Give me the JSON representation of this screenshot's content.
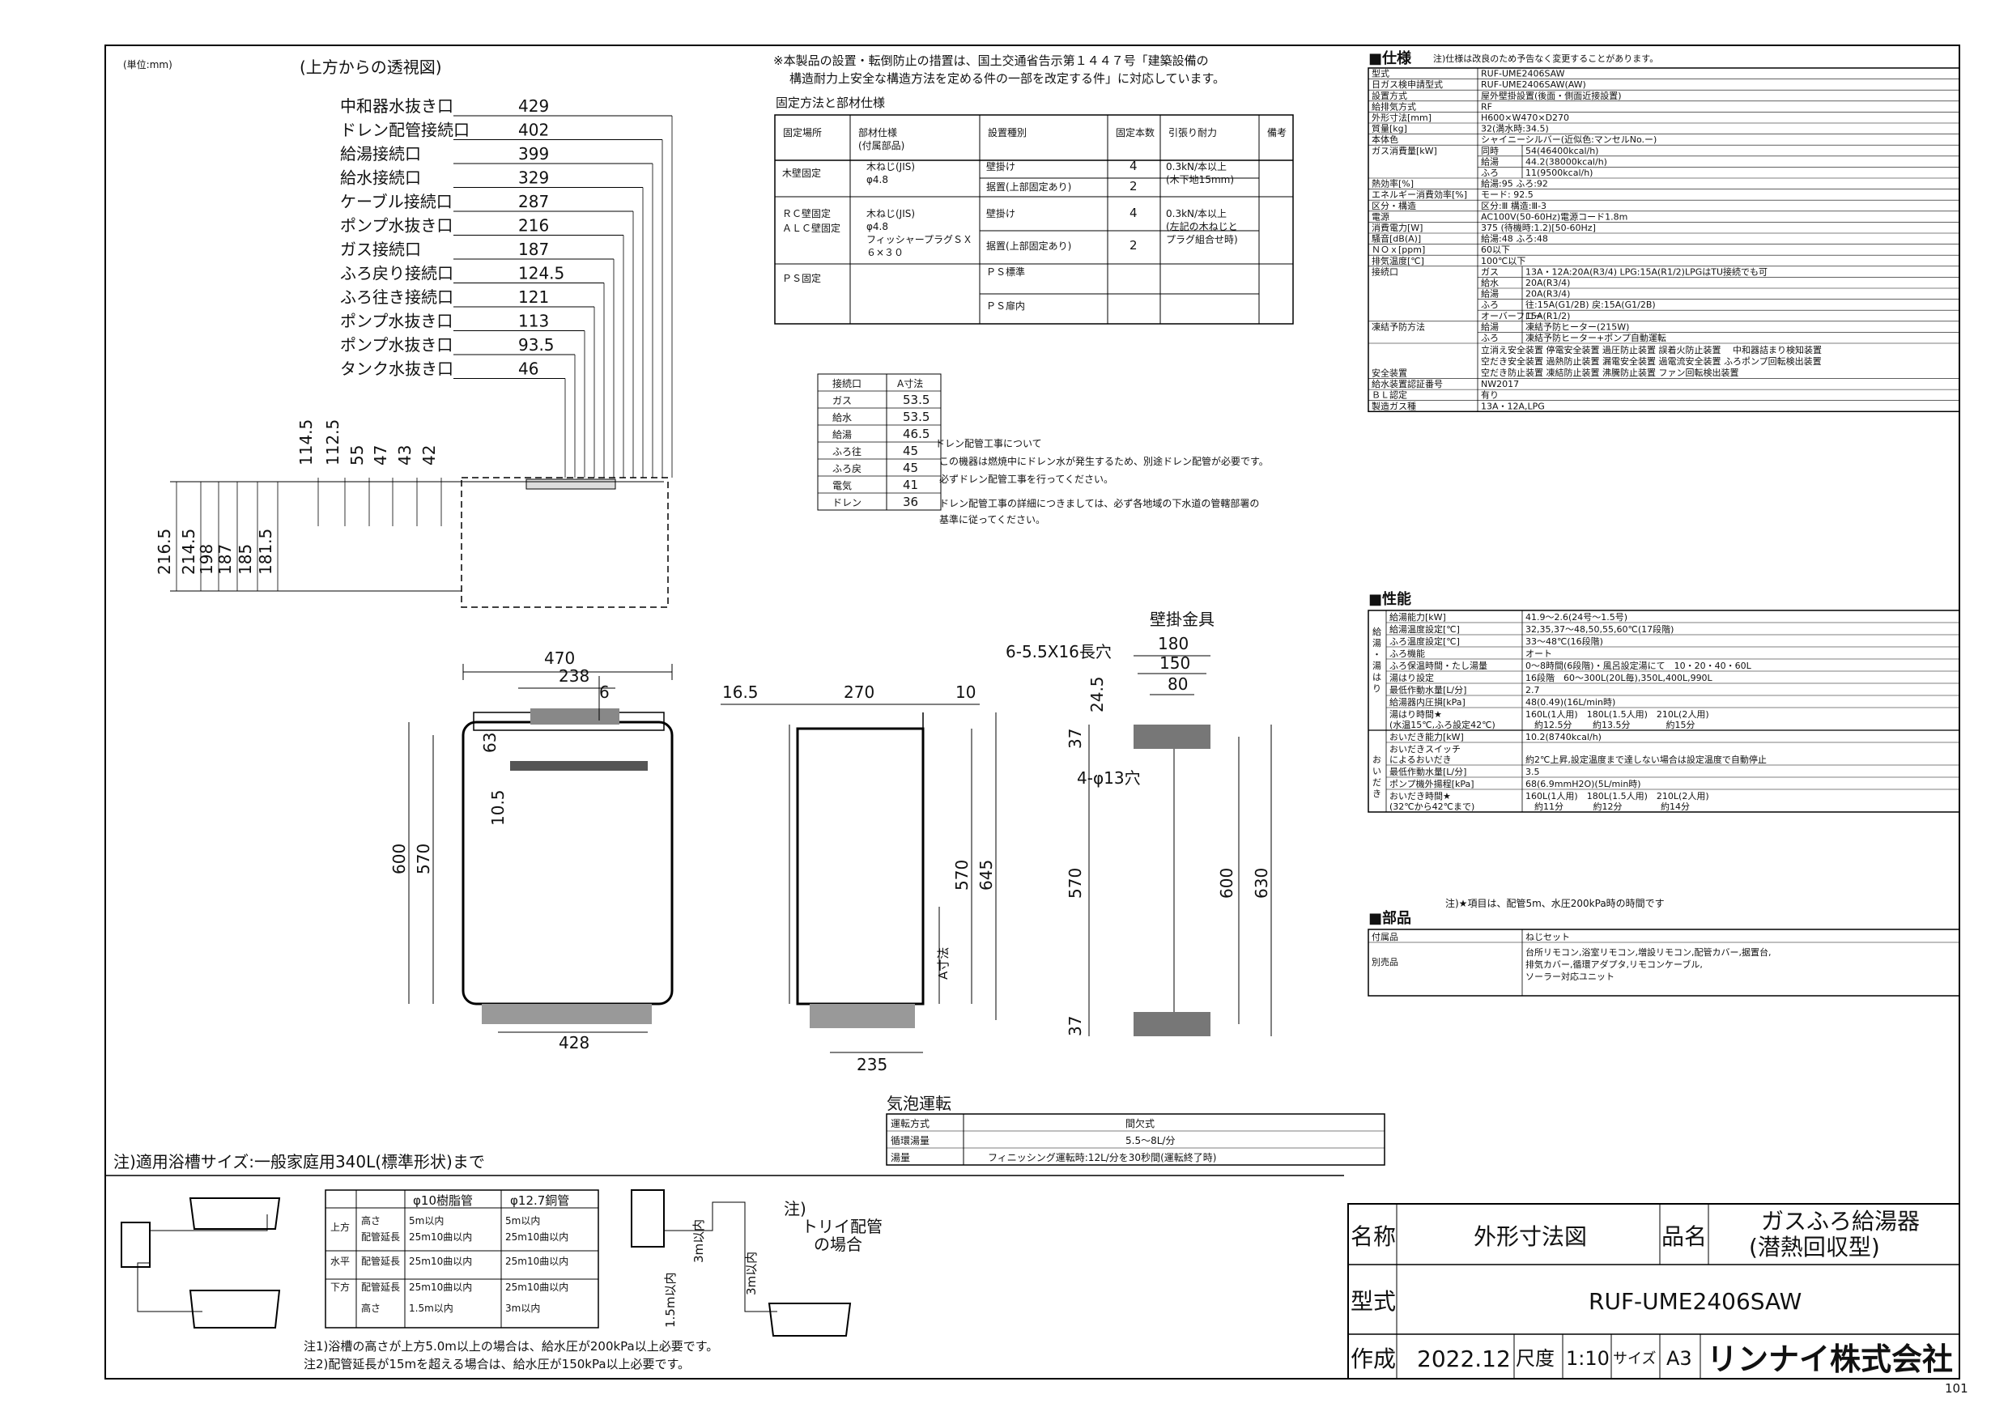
{
  "sheet": {
    "unit": "(単位:mm)",
    "top_view_caption": "(上方からの透視図)",
    "notice": [
      "※本製品の設置・転倒防止の措置は、国土交通省告示第１４４７号「建築設備の",
      "構造耐力上安全な構造方法を定める件の一部を改定する件」に対応しています。"
    ],
    "page_mark": "101"
  },
  "connections": [
    {
      "label": "中和器水抜き口",
      "value": "429"
    },
    {
      "label": "ドレン配管接続口",
      "value": "402"
    },
    {
      "label": "給湯接続口",
      "value": "399"
    },
    {
      "label": "給水接続口",
      "value": "329"
    },
    {
      "label": "ケーブル接続口",
      "value": "287"
    },
    {
      "label": "ポンプ水抜き口",
      "value": "216"
    },
    {
      "label": "ガス接続口",
      "value": "187"
    },
    {
      "label": "ふろ戻り接続口",
      "value": "124.5"
    },
    {
      "label": "ふろ往き接続口",
      "value": "121"
    },
    {
      "label": "ポンプ水抜き口",
      "value": "113"
    },
    {
      "label": "ポンプ水抜き口",
      "value": "93.5"
    },
    {
      "label": "タンク水抜き口",
      "value": "46"
    }
  ],
  "top_view_vertical_dims": [
    "114.5",
    "112.5",
    "55",
    "47",
    "43",
    "42"
  ],
  "top_view_depth_dims": [
    "216.5",
    "214.5",
    "198",
    "187",
    "185",
    "181.5"
  ],
  "fixing": {
    "title": "固定方法と部材仕様",
    "headers": [
      "固定場所",
      "部材仕様\n(付属部品)",
      "設置種別",
      "固定本数",
      "引張り耐力",
      "備考"
    ],
    "rows": [
      {
        "place": "木壁固定",
        "material": "木ねじ(JIS)\nφ4.8",
        "types": [
          "壁掛け",
          "据置(上部固定あり)"
        ],
        "counts": [
          "4",
          "2"
        ],
        "strength": "0.3kN/本以上\n(木下地15mm)"
      },
      {
        "place": "ＲＣ壁固定\nＡＬＣ壁固定",
        "material": "木ねじ(JIS)\nφ4.8\nフィッシャープラグＳＸ\n６×３０",
        "types": [
          "壁掛け",
          "据置(上部固定あり)"
        ],
        "counts": [
          "4",
          "2"
        ],
        "strength": "0.3kN/本以上\n(左記の木ねじと\nプラグ組合せ時)"
      },
      {
        "place": "ＰＳ固定",
        "material": "",
        "types": [
          "ＰＳ標準",
          "ＰＳ扉内"
        ],
        "counts": [
          "",
          ""
        ],
        "strength": ""
      }
    ]
  },
  "a_dim": {
    "headers": [
      "接続口",
      "A寸法"
    ],
    "rows": [
      [
        "ガス",
        "53.5"
      ],
      [
        "給水",
        "53.5"
      ],
      [
        "給湯",
        "46.5"
      ],
      [
        "ふろ往",
        "45"
      ],
      [
        "ふろ戻",
        "45"
      ],
      [
        "電気",
        "41"
      ],
      [
        "ドレン",
        "36"
      ]
    ]
  },
  "drain_note": [
    "ドレン配管工事について",
    "この機器は燃焼中にドレン水が発生するため、別途ドレン配管が必要です。",
    "必ずドレン配管工事を行ってください。",
    "ドレン配管工事の詳細につきましては、必ず各地域の下水道の管轄部署の",
    "基準に従ってください。"
  ],
  "front_view": {
    "width": "470",
    "d238": "238",
    "d6": "6",
    "d63": "63",
    "d10_5": "10.5",
    "h600": "600",
    "h570": "570",
    "bottom": "428"
  },
  "side_view": {
    "d16_5": "16.5",
    "d270": "270",
    "d10": "10",
    "h570": "570",
    "h645": "645",
    "a_label": "A寸法",
    "bottom": "235"
  },
  "bracket_view": {
    "title": "壁掛金具",
    "slot": "6-5.5X16長穴",
    "w180": "180",
    "w150": "150",
    "w80": "80",
    "d24_5": "24.5",
    "d37a": "37",
    "hole": "4-φ13穴",
    "h570": "570",
    "h600": "600",
    "h630": "630",
    "d37b": "37"
  },
  "spec": {
    "title": "■仕様",
    "note": "注)仕様は改良のため予告なく変更することがあります。",
    "rows": [
      [
        "型式",
        "",
        "RUF-UME2406SAW"
      ],
      [
        "日ガス検申請型式",
        "",
        "RUF-UME2406SAW(AW)"
      ],
      [
        "設置方式",
        "",
        "屋外壁掛設置(後面・側面近接設置)"
      ],
      [
        "給排気方式",
        "",
        "RF"
      ],
      [
        "外形寸法[mm]",
        "",
        "H600×W470×D270"
      ],
      [
        "質量[kg]",
        "",
        "32(満水時:34.5)"
      ],
      [
        "本体色",
        "",
        "シャイニーシルバー(近似色:マンセルNo.ー)"
      ],
      [
        "ガス消費量[kW]",
        "同時",
        "54(46400kcal/h)"
      ],
      [
        "",
        "給湯",
        "44.2(38000kcal/h)"
      ],
      [
        "",
        "ふろ",
        "11(9500kcal/h)"
      ],
      [
        "熱効率[%]",
        "",
        "給湯:95 ふろ:92"
      ],
      [
        "エネルギー消費効率[%]",
        "",
        "モード: 92.5"
      ],
      [
        "区分・構造",
        "",
        "区分:Ⅲ 構造:Ⅲ-3"
      ],
      [
        "電源",
        "",
        "AC100V(50-60Hz)電源コード1.8m"
      ],
      [
        "消費電力[W]",
        "",
        "375 (待機時:1.2)[50-60Hz]"
      ],
      [
        "騒音[dB(A)]",
        "",
        "給湯:48 ふろ:48"
      ],
      [
        "ＮＯｘ[ppm]",
        "",
        "60以下"
      ],
      [
        "排気温度[℃]",
        "",
        "100℃以下"
      ],
      [
        "接続口",
        "ガス",
        "13A・12A:20A(R3/4) LPG:15A(R1/2)LPGはTU接続でも可"
      ],
      [
        "",
        "給水",
        "20A(R3/4)"
      ],
      [
        "",
        "給湯",
        "20A(R3/4)"
      ],
      [
        "",
        "ふろ",
        "往:15A(G1/2B) 戻:15A(G1/2B)"
      ],
      [
        "",
        "オーバーフロー",
        "15A(R1/2)"
      ],
      [
        "凍結予防方法",
        "給湯",
        "凍結予防ヒーター(215W)"
      ],
      [
        "",
        "ふろ",
        "凍結予防ヒーター+ポンプ自動運転"
      ],
      [
        "安全装置",
        "",
        "立消え安全装置 停電安全装置 過圧防止装置 誤着火防止装置　 中和器詰まり検知装置\n空だき安全装置 過熱防止装置 漏電安全装置 過電流安全装置 ふろポンプ回転検出装置\n空だき防止装置 凍結防止装置 沸騰防止装置 ファン回転検出装置"
      ],
      [
        "給水装置認証番号",
        "",
        "NW2017"
      ],
      [
        "ＢＬ認定",
        "",
        "有り"
      ],
      [
        "製造ガス種",
        "",
        "13A・12A,LPG"
      ]
    ]
  },
  "performance": {
    "title": "■性能",
    "group1": "給湯・湯はり",
    "group2": "おいだき",
    "rows": [
      [
        "給湯能力[kW]",
        "41.9～2.6(24号～1.5号)"
      ],
      [
        "給湯温度設定[℃]",
        "32,35,37～48,50,55,60℃(17段階)"
      ],
      [
        "ふろ温度設定[℃]",
        "33～48℃(16段階)"
      ],
      [
        "ふろ機能",
        "オート"
      ],
      [
        "ふろ保温時間・たし湯量",
        "0～8時間(6段階)・風呂設定湯にて　10・20・40・60L"
      ],
      [
        "湯はり設定",
        "16段階　60～300L(20L毎),350L,400L,990L"
      ],
      [
        "最低作動水量[L/分]",
        "2.7"
      ],
      [
        "給湯器内圧損[kPa]",
        "48(0.49)(16L/min時)"
      ],
      [
        "湯はり時間★\n(水温15℃,ふろ設定42℃)",
        "160L(1人用)　180L(1.5人用)　210L(2人用)\n　約12.5分　　 約13.5分　　　　約15分"
      ],
      [
        "おいだき能力[kW]",
        "10.2(8740kcal/h)"
      ],
      [
        "おいだきスイッチ\nによるおいだき",
        "約2℃上昇,設定温度まで達しない場合は設定温度で自動停止"
      ],
      [
        "最低作動水量[L/分]",
        "3.5"
      ],
      [
        "ポンプ機外揚程[kPa]",
        "68(6.9mmH2O)(5L/min時)"
      ],
      [
        "おいだき時間★\n(32℃から42℃まで)",
        "160L(1人用)　180L(1.5人用)　210L(2人用)\n　約11分　　　 約12分　　　　 約14分"
      ]
    ],
    "footnote": "注)★項目は、配管5m、水圧200kPa時の時間です"
  },
  "parts": {
    "title": "■部品",
    "rows": [
      [
        "付属品",
        "ねじセット"
      ],
      [
        "別売品",
        "台所リモコン,浴室リモコン,増設リモコン,配管カバー,据置台,\n排気カバー,循環アダプタ,リモコンケーブル,\nソーラー対応ユニット"
      ]
    ]
  },
  "bubble": {
    "title": "気泡運転",
    "rows": [
      [
        "運転方式",
        "間欠式"
      ],
      [
        "循環湯量",
        "5.5～8L/分"
      ],
      [
        "湯量",
        "フィニッシング運転時:12L/分を30秒間(運転終了時)"
      ]
    ]
  },
  "bath": {
    "note": "注)適用浴槽サイズ:一般家庭用340L(標準形状)まで",
    "col_headers": [
      "φ10樹脂管",
      "φ12.7銅管"
    ],
    "rows": [
      [
        "上方",
        "高さ",
        "5m以内",
        "5m以内"
      ],
      [
        "",
        "配管延長",
        "25m10曲以内",
        "25m10曲以内"
      ],
      [
        "水平",
        "配管延長",
        "25m10曲以内",
        "25m10曲以内"
      ],
      [
        "下方",
        "配管延長",
        "25m10曲以内",
        "25m10曲以内"
      ],
      [
        "",
        "高さ",
        "1.5m以内",
        "3m以内"
      ]
    ],
    "notes": [
      "注1)浴槽の高さが上方5.0m以上の場合は、給水圧が200kPa以上必要です。",
      "注2)配管延長が15mを超える場合は、給水圧が150kPa以上必要です。"
    ],
    "trap_note": [
      "注)",
      "トリイ配管",
      "の場合"
    ],
    "trap_dims": [
      "3m以内",
      "3m以内",
      "1.5m以内"
    ]
  },
  "title_block": {
    "name_label": "名称",
    "name": "外形寸法図",
    "product_label": "品名",
    "product": [
      "ガスふろ給湯器",
      "(潜熱回収型)"
    ],
    "model_label": "型式",
    "model": "RUF-UME2406SAW",
    "made_label": "作成",
    "date": "2022.12",
    "scale_label": "尺度",
    "scale": "1:10",
    "size_label": "サイズ",
    "size": "A3",
    "company": "リンナイ株式会社"
  }
}
